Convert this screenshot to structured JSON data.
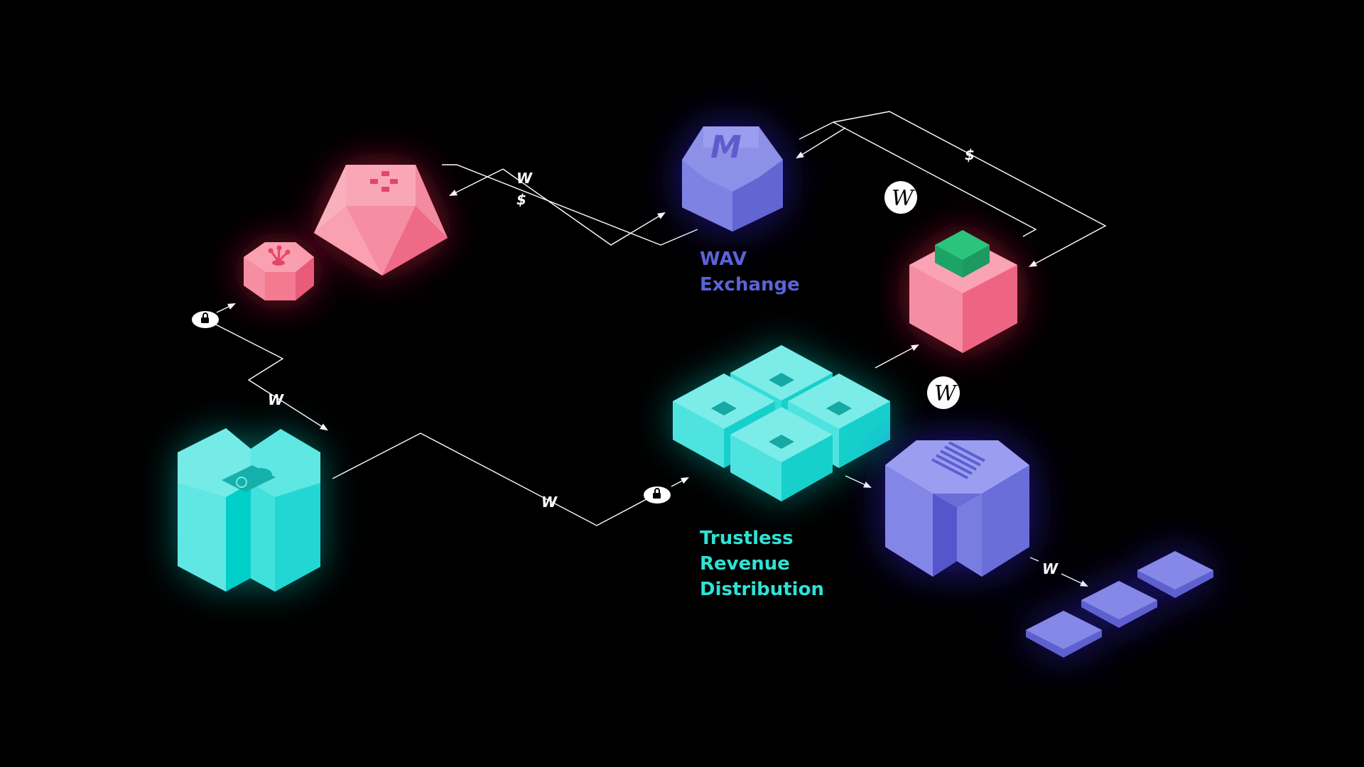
{
  "labels": {
    "wav_exchange": [
      "WAV",
      "Exchange"
    ],
    "trustless": [
      "Trustless",
      "Revenue",
      "Distribution"
    ]
  },
  "flow_marks": {
    "w": "W",
    "dollar": "$"
  },
  "icons": {
    "exchange_logo_glyph": "M",
    "token_logo_glyph": "W"
  },
  "colors": {
    "background": "#000000",
    "pink": "#f47a92",
    "pink_glow": "#ff2a5a",
    "cyan": "#34e4df",
    "cyan_glow": "#00e5d8",
    "purple": "#7b7fe0",
    "purple_glow": "#3b32ff",
    "green": "#1fb36a",
    "line": "#ffffff"
  }
}
